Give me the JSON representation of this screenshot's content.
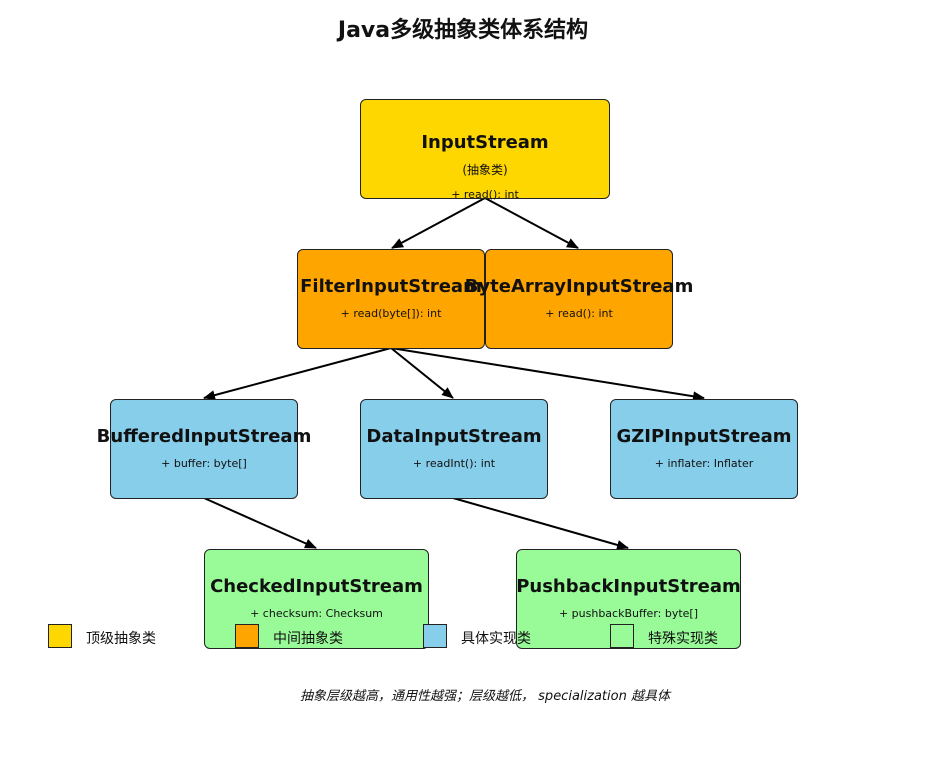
{
  "title": "Java多级抽象类体系结构",
  "nodes": {
    "inputstream": {
      "name": "InputStream",
      "note": "(抽象类)",
      "member": "+ read(): int"
    },
    "filter": {
      "name": "FilterInputStream",
      "member": "+ read(byte[]): int"
    },
    "bytearray": {
      "name": "ByteArrayInputStream",
      "member": "+ read(): int"
    },
    "buffered": {
      "name": "BufferedInputStream",
      "member": "+ buffer: byte[]"
    },
    "data": {
      "name": "DataInputStream",
      "member": "+ readInt(): int"
    },
    "gzip": {
      "name": "GZIPInputStream",
      "member": "+ inflater: Inflater"
    },
    "checked": {
      "name": "CheckedInputStream",
      "member": "+ checksum: Checksum"
    },
    "pushback": {
      "name": "PushbackInputStream",
      "member": "+ pushbackBuffer: byte[]"
    }
  },
  "legend": [
    {
      "label": "顶级抽象类",
      "color": "#FFD700"
    },
    {
      "label": "中间抽象类",
      "color": "#FFA500"
    },
    {
      "label": "具体实现类",
      "color": "#87CEEB"
    },
    {
      "label": "特殊实现类",
      "color": "#98FB98"
    }
  ],
  "caption": "抽象层级越高，通用性越强；层级越低， specialization 越具体",
  "colors": {
    "top_abstract": "#FFD700",
    "mid_abstract": "#FFA500",
    "concrete": "#87CEEB",
    "special": "#98FB98",
    "edge": "#000000"
  }
}
